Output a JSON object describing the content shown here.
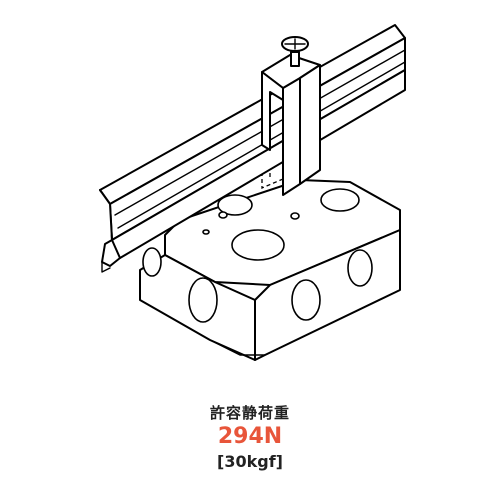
{
  "caption": {
    "label": "許容静荷重",
    "value": "294N",
    "alt_value": "[30kgf]"
  },
  "colors": {
    "value_accent": "#e8553a",
    "line": "#000000",
    "background": "#ffffff"
  }
}
